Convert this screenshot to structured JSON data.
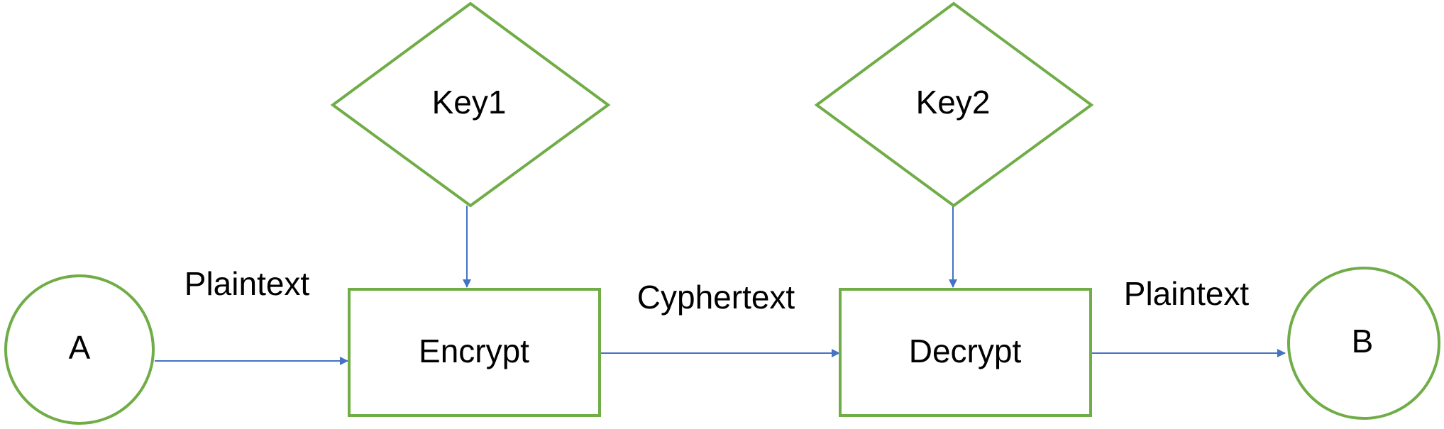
{
  "colors": {
    "node_stroke": "#70AD47",
    "edge_stroke": "#4472C4",
    "text": "#000000"
  },
  "nodes": {
    "a": {
      "label": "A",
      "shape": "circle"
    },
    "encrypt": {
      "label": "Encrypt",
      "shape": "rectangle"
    },
    "decrypt": {
      "label": "Decrypt",
      "shape": "rectangle"
    },
    "b": {
      "label": "B",
      "shape": "circle"
    },
    "key1": {
      "label": "Key1",
      "shape": "diamond"
    },
    "key2": {
      "label": "Key2",
      "shape": "diamond"
    }
  },
  "edges": {
    "a_to_encrypt": {
      "label": "Plaintext"
    },
    "encrypt_to_decrypt": {
      "label": "Cyphertext"
    },
    "decrypt_to_b": {
      "label": "Plaintext"
    },
    "key1_to_encrypt": {
      "label": ""
    },
    "key2_to_decrypt": {
      "label": ""
    }
  }
}
